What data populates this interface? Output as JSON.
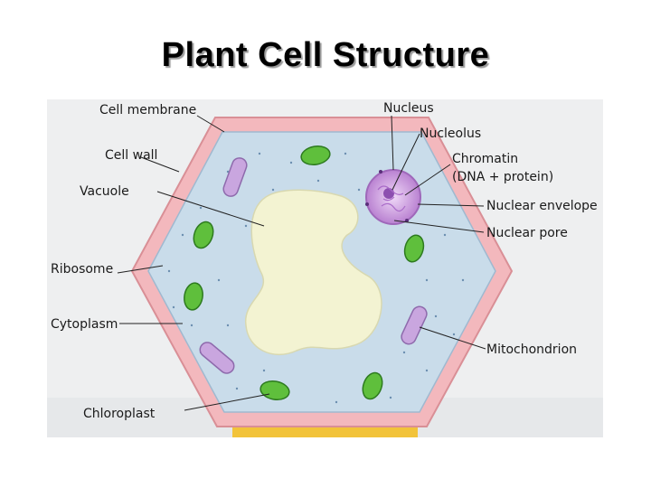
{
  "slide": {
    "title": "Plant Cell Structure"
  },
  "diagram": {
    "labels": {
      "cell_membrane": "Cell membrane",
      "cell_wall": "Cell wall",
      "vacuole": "Vacuole",
      "ribosome": "Ribosome",
      "cytoplasm": "Cytoplasm",
      "chloroplast": "Chloroplast",
      "nucleus": "Nucleus",
      "nucleolus": "Nucleolus",
      "chromatin_line1": "Chromatin",
      "chromatin_line2": "(DNA + protein)",
      "nuclear_envelope": "Nuclear envelope",
      "nuclear_pore": "Nuclear pore",
      "mitochondrion": "Mitochondrion"
    },
    "colors": {
      "cell_wall": "#f3b8bd",
      "cytoplasm": "#c9dcea",
      "vacuole": "#f3f3d2",
      "chloroplast": "#5fbf3c",
      "mitochondrion": "#c9a6df",
      "nucleus": "#c79ad8",
      "base_plate": "#f2c33a"
    }
  }
}
